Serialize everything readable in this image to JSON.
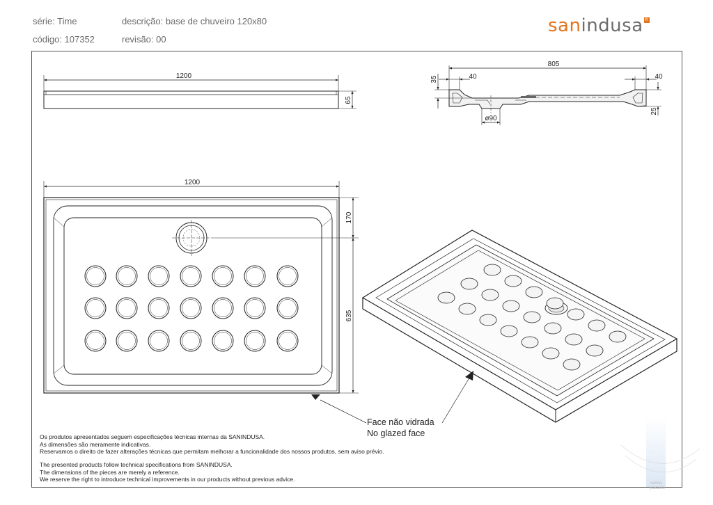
{
  "header": {
    "serie": "série: Time",
    "codigo": "código: 107352",
    "descricao": "descrição: base de chuveiro 120x80",
    "revisao": "revisão: 00"
  },
  "brand": {
    "part1": "san",
    "part2": "indusa",
    "accent_color": "#e3731a",
    "gray_color": "#6d6d6d"
  },
  "dimensions": {
    "top_width": "1200",
    "side_height": "65",
    "section_width": "805",
    "section_left_40": "40",
    "section_right_40": "40",
    "section_35": "35",
    "section_25": "25",
    "section_drain": "ø90",
    "plan_width": "1200",
    "plan_170": "170",
    "plan_635": "635"
  },
  "callout": {
    "line1": "Face não vidrada",
    "line2": "No glazed face"
  },
  "notes": {
    "pt1": "Os produtos apresentados seguem especificações técnicas internas da SANINDUSA.",
    "pt2": "As dimensões são meramente indicativas.",
    "pt3": "Reservamos o direito de fazer alterações técnicas que permitam melhorar a funcionalidade dos nossos produtos, sem aviso prévio.",
    "en1": "The presented products follow technical specifications from SANINDUSA.",
    "en2": "The dimensions of the pieces are merely a reference.",
    "en3": "We reserve the right to introduce technical improvements in our products without previous advice."
  },
  "watermark": {
    "line1": "vanna",
    "line2": "pasaule"
  }
}
